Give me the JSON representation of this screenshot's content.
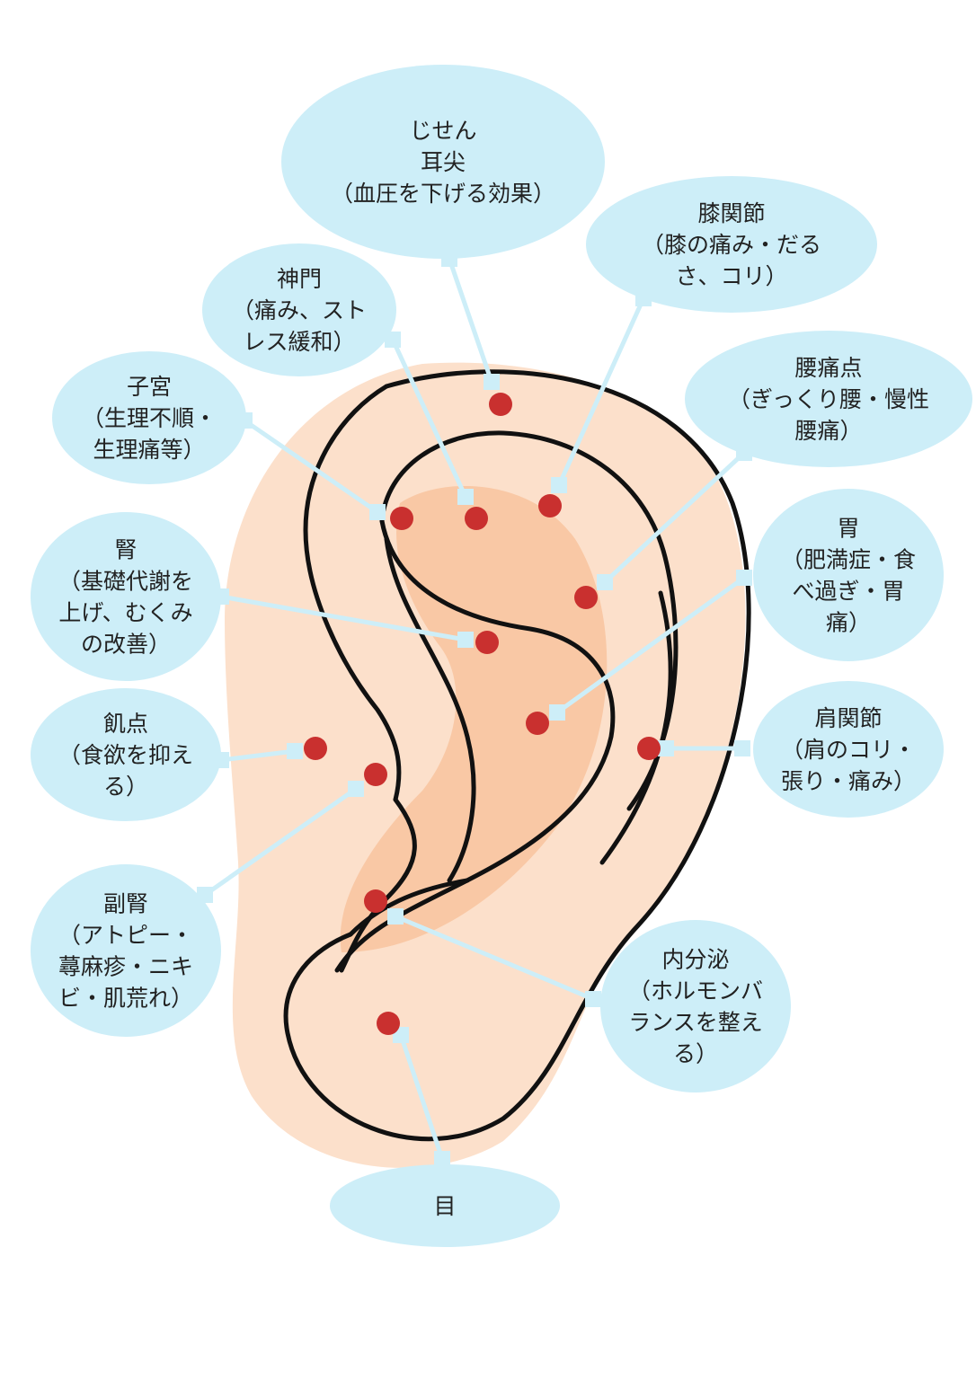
{
  "colors": {
    "bubble": "#cdeef8",
    "connector": "#cdeef8",
    "point": "#c9302f",
    "ear_outer": "#fce0cb",
    "ear_inner": "#f9c8a5",
    "outline": "#111111"
  },
  "points": [
    {
      "id": "jisen",
      "lines": [
        "じせん",
        "耳尖",
        "（血圧を下げる効果）"
      ]
    },
    {
      "id": "hiza",
      "lines": [
        "膝関節",
        "（膝の痛み・だる",
        "さ、コリ）"
      ]
    },
    {
      "id": "shinmon",
      "lines": [
        "神門",
        "（痛み、スト",
        "レス緩和）"
      ]
    },
    {
      "id": "shikyu",
      "lines": [
        "子宮",
        "（生理不順・",
        "生理痛等）"
      ]
    },
    {
      "id": "youtsu",
      "lines": [
        "腰痛点",
        "（ぎっくり腰・慢性",
        "腰痛）"
      ]
    },
    {
      "id": "jin",
      "lines": [
        "腎",
        "（基礎代謝を",
        "上げ、むくみ",
        "の改善）"
      ]
    },
    {
      "id": "i",
      "lines": [
        "胃",
        "（肥満症・食",
        "べ過ぎ・胃",
        "痛）"
      ]
    },
    {
      "id": "kiten",
      "lines": [
        "飢点",
        "（食欲を抑え",
        "る）"
      ]
    },
    {
      "id": "kata",
      "lines": [
        "肩関節",
        "（肩のコリ・",
        "張り・痛み）"
      ]
    },
    {
      "id": "fukujin",
      "lines": [
        "副腎",
        "（アトピー・",
        "蕁麻疹・ニキ",
        "ビ・肌荒れ）"
      ]
    },
    {
      "id": "naibunpi",
      "lines": [
        "内分泌",
        "（ホルモンバ",
        "ランスを整え",
        "る）"
      ]
    },
    {
      "id": "me",
      "lines": [
        "目"
      ]
    }
  ]
}
